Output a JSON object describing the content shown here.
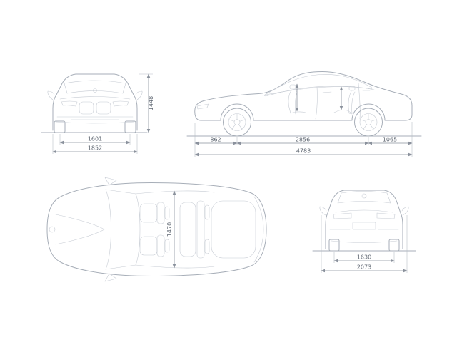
{
  "drawing": {
    "subject": "car-dimensions-blueprint",
    "colors": {
      "background": "#ffffff",
      "body_line": "#a7aeb8",
      "detail_line": "#c6cbd3",
      "dimension_line": "#8a919c",
      "dimension_text": "#5f6772"
    }
  },
  "dimensions": {
    "front": {
      "height": "1448",
      "track": "1601",
      "width": "1852"
    },
    "side": {
      "front_overhang": "862",
      "wheelbase": "2856",
      "rear_overhang": "1065",
      "length": "4783"
    },
    "top": {
      "cabin_width": "1470"
    },
    "rear": {
      "track": "1630",
      "width_with_mirrors": "2073"
    }
  }
}
